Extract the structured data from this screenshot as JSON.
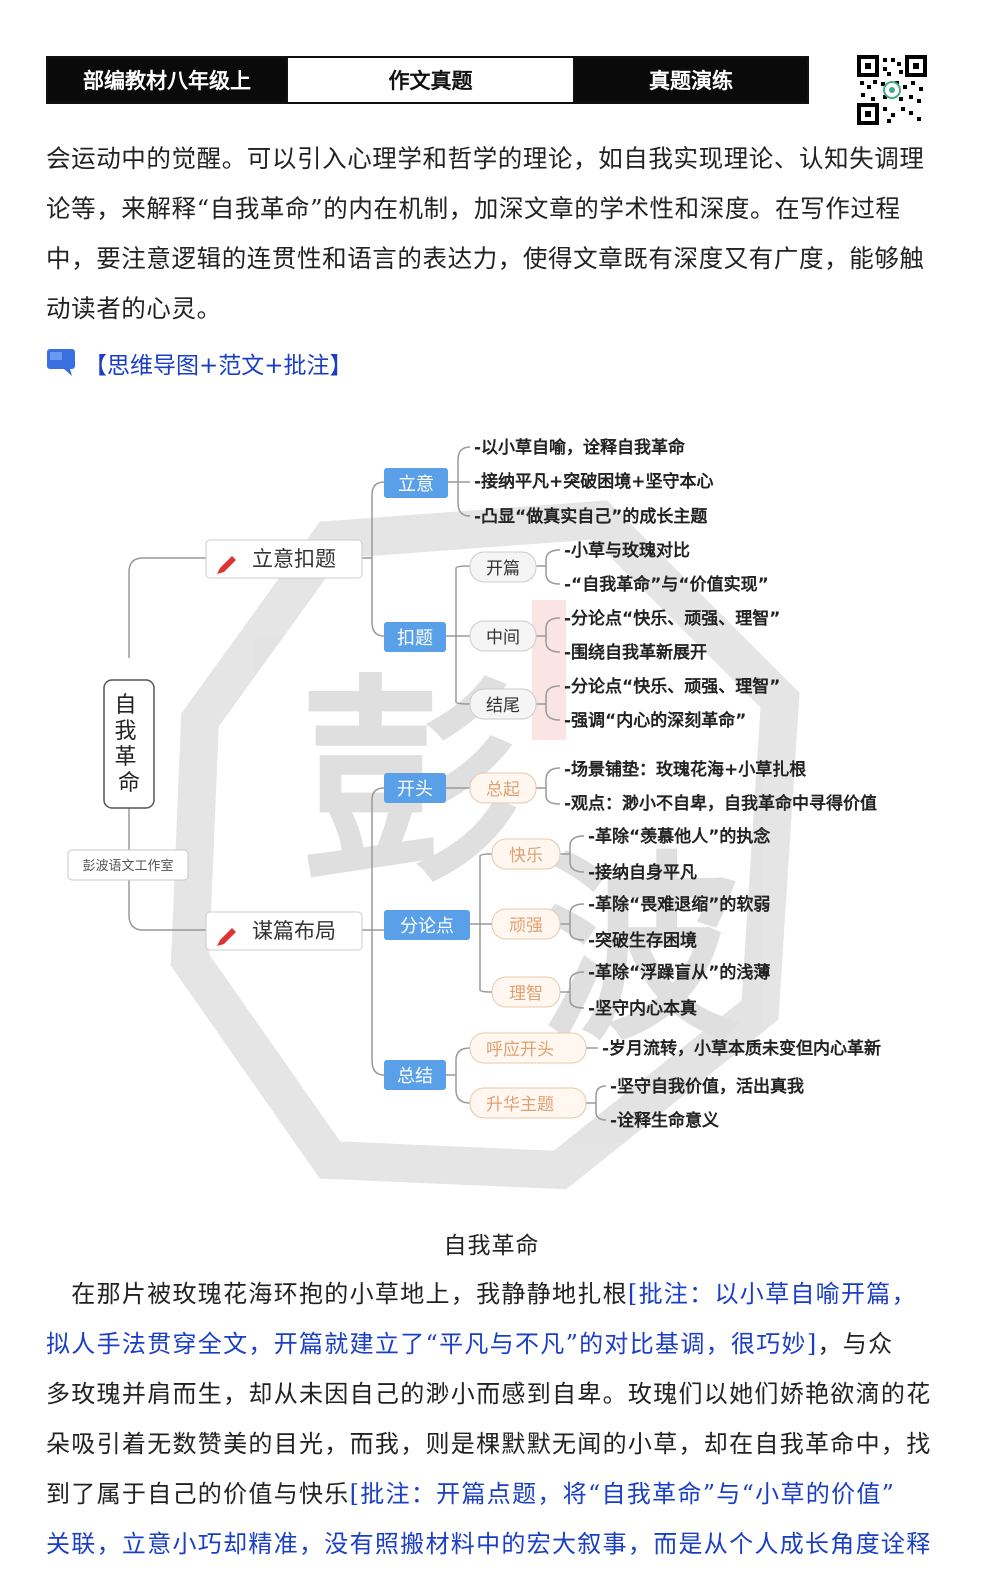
{
  "header": {
    "left": "部编教材八年级上",
    "center": "作文真题",
    "right": "真题演练"
  },
  "qr_icon": "qr-code-icon",
  "intro_lines": [
    "会运动中的觉醒。可以引入心理学和哲学的理论，如自我实现理论、认知失调理",
    "论等，来解释“自我革命”的内在机制，加深文章的学术性和深度。在写作过程",
    "中，要注意逻辑的连贯性和语言的表达力，使得文章既有深度又有广度，能够触",
    "动读者的心灵。"
  ],
  "section_heading": "【思维导图+范文+批注】",
  "mindmap": {
    "root": "自我革命",
    "studio": "彭波语文工作室",
    "branch1": "立意扣题",
    "branch2": "谋篇布局",
    "liyi": "立意",
    "liyi_items": [
      "-以小草自喻，诠释自我革命",
      "-接纳平凡+突破困境+坚守本心",
      "-凸显“做真实自己”的成长主题"
    ],
    "koutí": "扣题",
    "kaipian": "开篇",
    "kaipian_items": [
      "-小草与玫瑰对比",
      "-“自我革命”与“价值实现”"
    ],
    "zhongjian": "中间",
    "zhongjian_items": [
      "-分论点“快乐、顽强、理智”",
      "-围绕自我革新展开"
    ],
    "jiewei": "结尾",
    "jiewei_items": [
      "-分论点“快乐、顽强、理智”",
      "-强调“内心的深刻革命”"
    ],
    "kaitou": "开头",
    "zongqi": "总起",
    "zongqi_items": [
      "-场景铺垫：玫瑰花海+小草扎根",
      "-观点：渺小不自卑，自我革命中寻得价值"
    ],
    "fenlundian": "分论点",
    "kuaile": "快乐",
    "kuaile_items": [
      "-革除“羡慕他人”的执念",
      "-接纳自身平凡"
    ],
    "wanqiang": "顽强",
    "wanqiang_items": [
      "-革除“畏难退缩”的软弱",
      "-突破生存困境"
    ],
    "lizhi": "理智",
    "lizhi_items": [
      "-革除“浮躁盲从”的浅薄",
      "-坚守内心本真"
    ],
    "zongjie": "总结",
    "huying": "呼应开头",
    "huying_items": [
      "-岁月流转，小草本质未变但内心革新"
    ],
    "shenghua": "升华主题",
    "shenghua_items": [
      "-坚守自我价值，活出真我",
      "-诠释生命意义"
    ]
  },
  "essay": {
    "title": "自我革命",
    "lines": [
      [
        {
          "t": "　在那片被玫瑰花海环抱的小草地上，我静静地扎根",
          "a": false
        },
        {
          "t": "[批注：以小草自喻开篇，",
          "a": true
        }
      ],
      [
        {
          "t": "拟人手法贯穿全文，开篇就建立了“平凡与不凡”的对比基调，很巧妙]",
          "a": true
        },
        {
          "t": "，与众",
          "a": false
        }
      ],
      [
        {
          "t": "多玫瑰并肩而生，却从未因自己的渺小而感到自卑。玫瑰们以她们娇艳欲滴的花",
          "a": false
        }
      ],
      [
        {
          "t": "朵吸引着无数赞美的目光，而我，则是棵默默无闻的小草，却在自我革命中，找",
          "a": false
        }
      ],
      [
        {
          "t": "到了属于自己的价值与快乐",
          "a": false
        },
        {
          "t": "[批注：开篇点题，将“自我革命”与“小草的价值”",
          "a": true
        }
      ],
      [
        {
          "t": "关联，立意小巧却精准，没有照搬材料中的宏大叙事，而是从个人成长角度诠释",
          "a": true
        }
      ]
    ]
  },
  "colors": {
    "accent_blue": "#1a3fc4",
    "node_blue": "#5aa0e8",
    "node_orange": "#e0a070",
    "header_black": "#0a0a0a"
  }
}
